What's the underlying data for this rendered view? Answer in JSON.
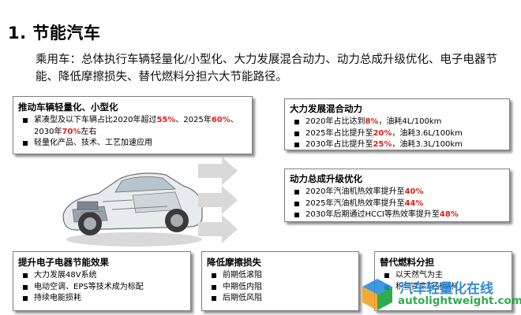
{
  "title": "1. 节能汽车",
  "subtitle": "乘用车：总体执行车辆轻量化/小型化、大力发展混合动力、动力总成升级优化、电子电器节能、降低摩擦损失、替代燃料分担六大节能路径。",
  "boxes": {
    "lightweight": {
      "title": "推动车辆轻量化、小型化",
      "item1": {
        "p1": "紧凑型及以下车辆占比2020年超过",
        "v1": "55%",
        "p2": "、2025年",
        "v2": "60%",
        "p3": "、2030年",
        "v3": "70%",
        "p4": "左右"
      },
      "item2": "轻量化产品、技术、工艺加速应用"
    },
    "hybrid": {
      "title": "大力发展混合动力",
      "items": [
        {
          "pre": "2020年占比达到",
          "val": "8%",
          "post": "，油耗4L/100km"
        },
        {
          "pre": "2025年占比提升至",
          "val": "20%",
          "post": "，油耗3.6L/100km"
        },
        {
          "pre": "2030年占比提升至",
          "val": "25%",
          "post": "，油耗3.3L/100km"
        }
      ]
    },
    "powertrain": {
      "title": "动力总成升级优化",
      "items": [
        {
          "pre": "2020年汽油机热效率提升至",
          "val": "40%"
        },
        {
          "pre": "2025年汽油机热效率提升至",
          "val": "44%"
        },
        {
          "pre": "2030年后期通过HCCI等热效率提升至",
          "val": "48%"
        }
      ]
    },
    "electronics": {
      "title": "提升电子电器节能效果",
      "items": [
        "大力发展48V系统",
        "电动空调、EPS等技术成为标配",
        "持续电能损耗"
      ]
    },
    "friction": {
      "title": "降低摩擦损失",
      "items": [
        "前期低滚阻",
        "中期低内阻",
        "后期低风阻"
      ]
    },
    "fuel": {
      "title": "替代燃料分担",
      "items": [
        "以天然气为主",
        "积极探索醇醚燃料"
      ]
    }
  },
  "watermark": {
    "cn": "汽车轻量化在线",
    "url": "autolightweight.com"
  },
  "colors": {
    "highlight": "#e0201b",
    "watermark_blue": "#1f7fd0",
    "watermark_green": "#19a43c"
  }
}
